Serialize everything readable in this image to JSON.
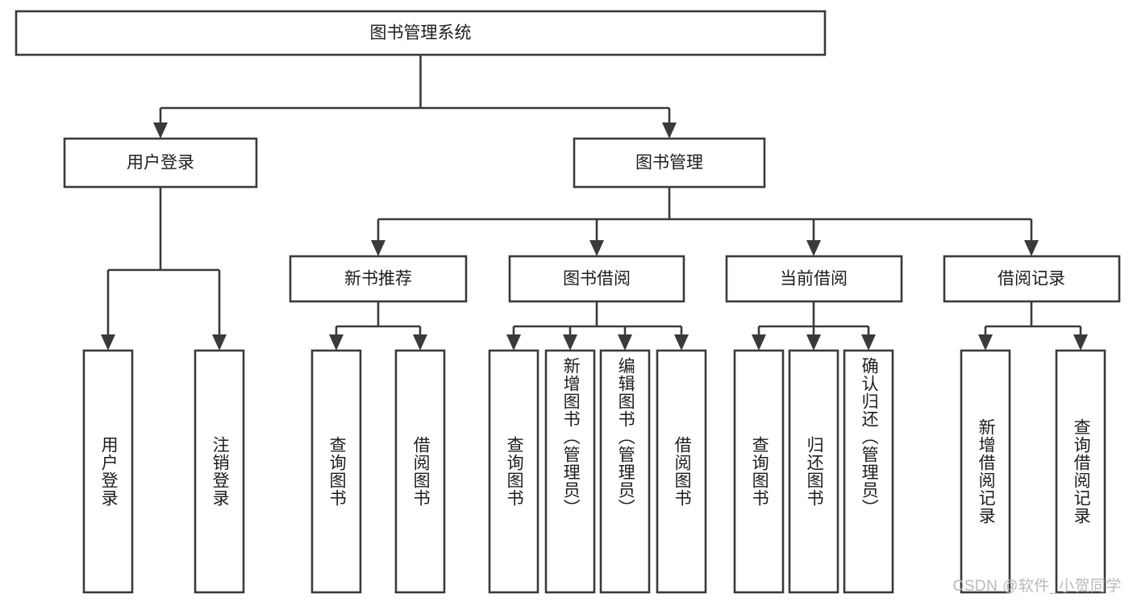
{
  "diagram": {
    "type": "tree",
    "title": "图书管理系统",
    "watermark": "CSDN @软件_小贺同学",
    "colors": {
      "stroke": "#3a3a3a",
      "fill": "#ffffff",
      "text": "#1d1d1d",
      "watermark": "#b9b9b9"
    },
    "root": {
      "id": "root",
      "label": "图书管理系统"
    },
    "level2": [
      {
        "id": "user-login",
        "label": "用户登录"
      },
      {
        "id": "book-manage",
        "label": "图书管理"
      }
    ],
    "level3": [
      {
        "id": "new-book-recommend",
        "label": "新书推荐",
        "parent": "book-manage"
      },
      {
        "id": "book-borrow",
        "label": "图书借阅",
        "parent": "book-manage"
      },
      {
        "id": "current-borrow",
        "label": "当前借阅",
        "parent": "book-manage"
      },
      {
        "id": "borrow-record",
        "label": "借阅记录",
        "parent": "book-manage"
      }
    ],
    "leaves": {
      "user-login": [
        {
          "id": "leaf-user-login",
          "label": "用户登录"
        },
        {
          "id": "leaf-user-logout",
          "label": "注销登录"
        }
      ],
      "new-book-recommend": [
        {
          "id": "leaf-query-book-1",
          "label": "查询图书"
        },
        {
          "id": "leaf-borrow-book-1",
          "label": "借阅图书"
        }
      ],
      "book-borrow": [
        {
          "id": "leaf-query-book-2",
          "label": "查询图书"
        },
        {
          "id": "leaf-add-book",
          "label": "新增图书（管理员）"
        },
        {
          "id": "leaf-edit-book",
          "label": "编辑图书（管理员）"
        },
        {
          "id": "leaf-borrow-book-2",
          "label": "借阅图书"
        }
      ],
      "current-borrow": [
        {
          "id": "leaf-query-book-3",
          "label": "查询图书"
        },
        {
          "id": "leaf-return-book",
          "label": "归还图书"
        },
        {
          "id": "leaf-confirm-return",
          "label": "确认归还（管理员）"
        }
      ],
      "borrow-record": [
        {
          "id": "leaf-add-record",
          "label": "新增借阅记录"
        },
        {
          "id": "leaf-query-record",
          "label": "查询借阅记录"
        }
      ]
    }
  }
}
